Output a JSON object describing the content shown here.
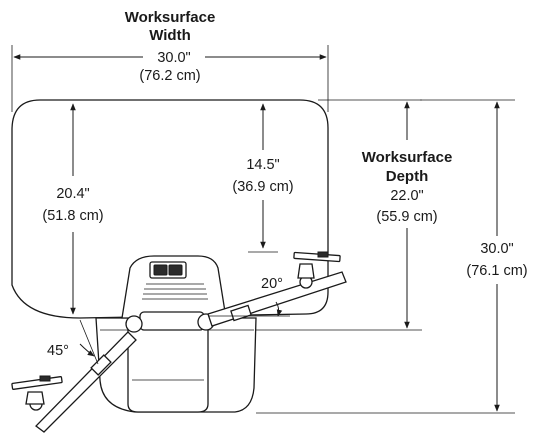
{
  "width_dimension": {
    "title_line1": "Worksurface",
    "title_line2": "Width",
    "inches": "30.0\"",
    "cm": "(76.2 cm)"
  },
  "depth_dimension": {
    "title_line1": "Worksurface",
    "title_line2": "Depth",
    "inches": "22.0\"",
    "cm": "(55.9 cm)"
  },
  "left_reach": {
    "inches": "20.4\"",
    "cm": "(51.8 cm)"
  },
  "center_reach": {
    "inches": "14.5\"",
    "cm": "(36.9 cm)"
  },
  "overall_depth": {
    "inches": "30.0\"",
    "cm": "(76.1 cm)"
  },
  "angles": {
    "arm_right": "20°",
    "arm_left": "45°"
  }
}
